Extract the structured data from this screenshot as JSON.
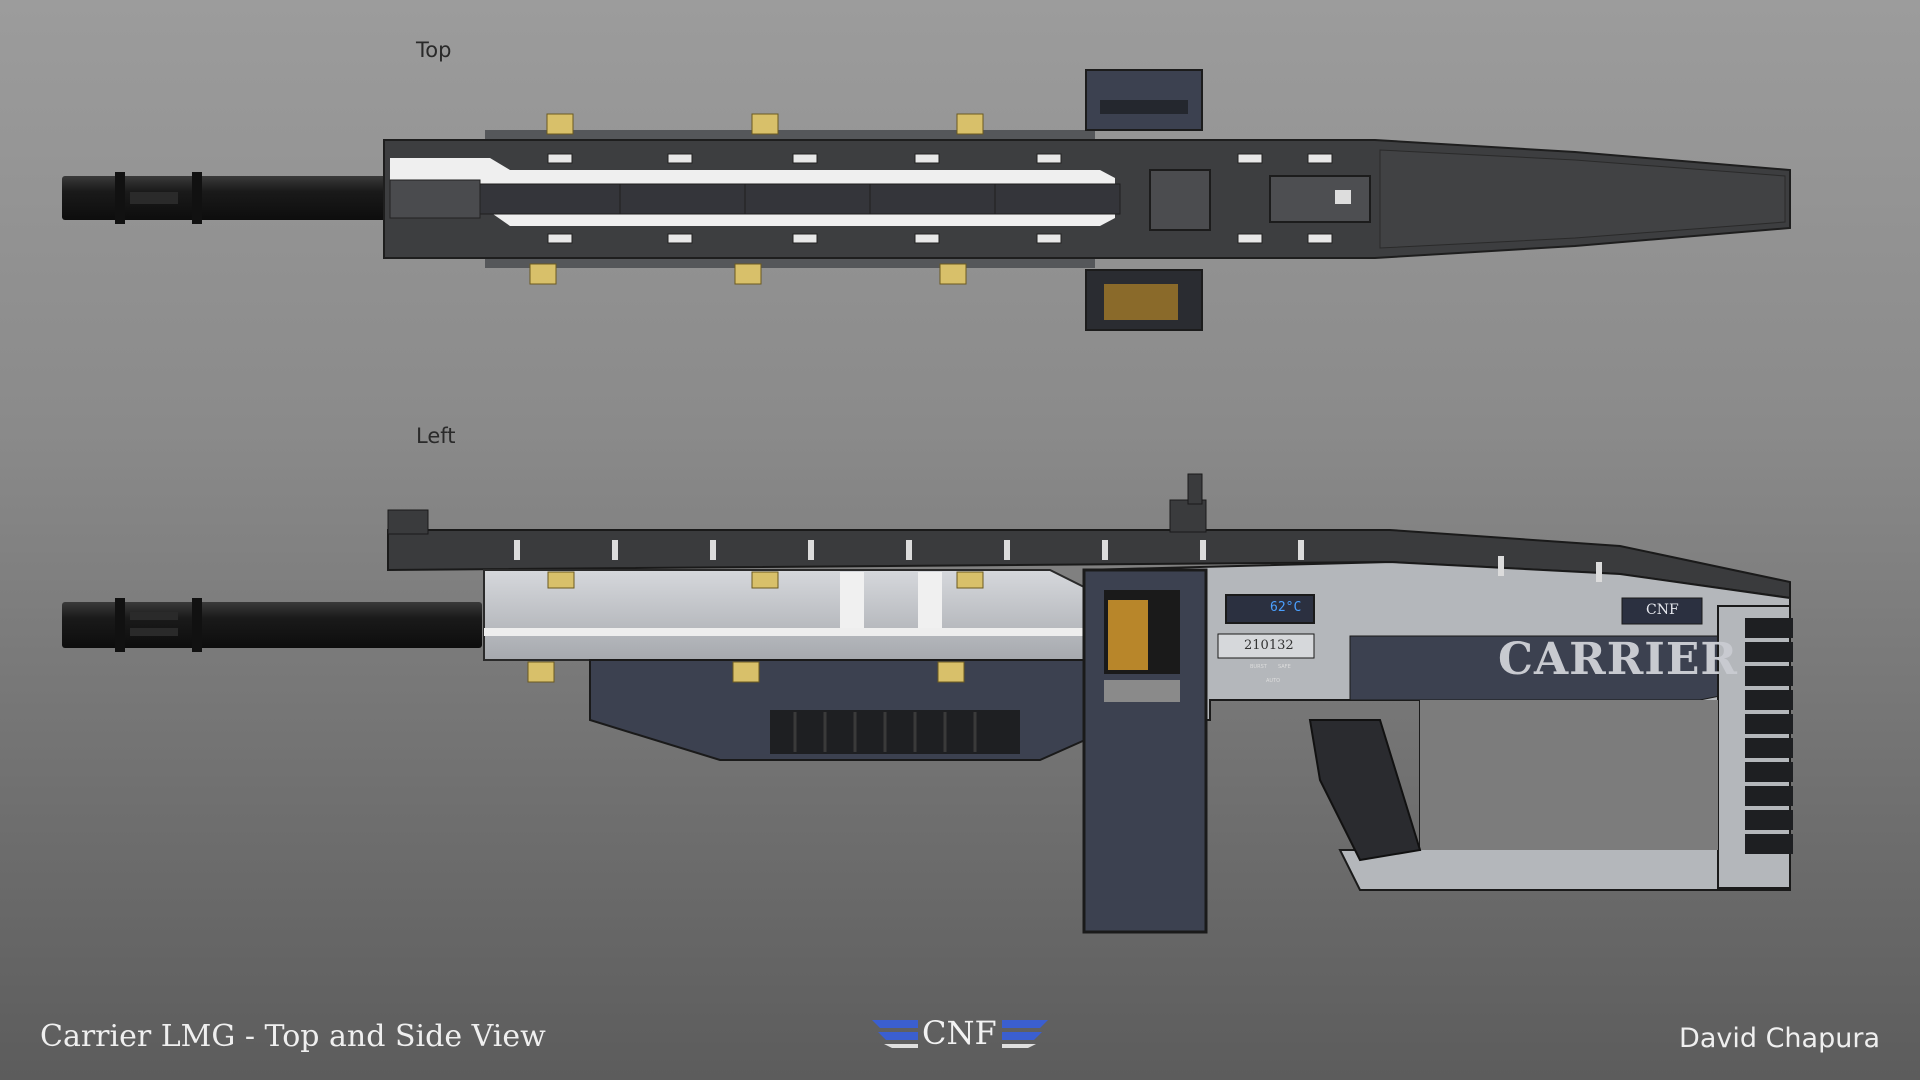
{
  "views": {
    "top_label": "Top",
    "left_label": "Left"
  },
  "weapon": {
    "name_plate": "CARRIER",
    "badge": "CNF",
    "temp_readout": "62°C",
    "serial": "210132",
    "selector_labels": [
      "BURST",
      "SAFE",
      "AUTO"
    ]
  },
  "footer": {
    "caption": "Carrier LMG  - Top and Side View",
    "logo": "CNF",
    "author": "David Chapura"
  },
  "colors": {
    "background_top": "#9c9c9c",
    "background_bottom": "#5c5c5c",
    "body_dark": "#3a3b3d",
    "body_navy": "#3c4150",
    "body_light": "#b9bcc0",
    "brass": "#d8c06a",
    "logo_blue": "#3b5fd0"
  }
}
